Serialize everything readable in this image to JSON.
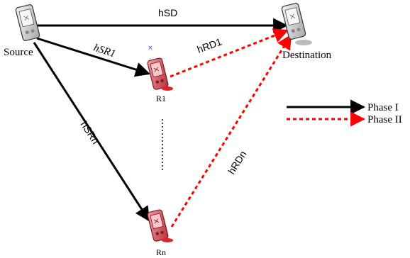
{
  "nodes": {
    "source": "Source",
    "destination": "Destination",
    "relay1": "R1",
    "relayn": "Rn"
  },
  "links": {
    "hsd": "hSD",
    "hsr1": "hSR1",
    "hrd1": "hRD1",
    "hsrn": "hSRn",
    "hrdn": "hRDn"
  },
  "legend": {
    "phase1": "Phase I",
    "phase2": "Phase II"
  },
  "colors": {
    "phase1_line": "#000000",
    "phase2_line": "#ff0000",
    "relay_body": "#d9535f",
    "terminal_body": "#d8d8d8"
  }
}
